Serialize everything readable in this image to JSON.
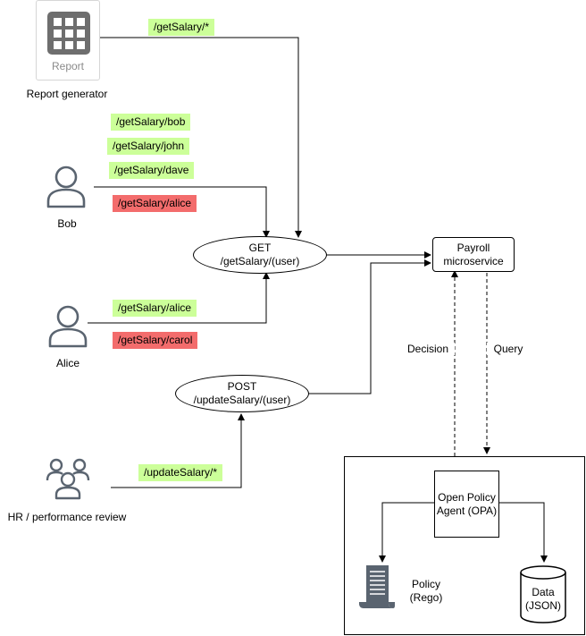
{
  "report": {
    "card_label": "Report",
    "caption": "Report generator",
    "tag": "/getSalary/*"
  },
  "bob": {
    "name": "Bob",
    "allowed": [
      "/getSalary/bob",
      "/getSalary/john",
      "/getSalary/dave"
    ],
    "denied": "/getSalary/alice"
  },
  "alice": {
    "name": "Alice",
    "allowed": "/getSalary/alice",
    "denied": "/getSalary/carol"
  },
  "hr": {
    "name": "HR / performance review",
    "tag": "/updateSalary/*"
  },
  "get_endpoint": {
    "line1": "GET",
    "line2": "/getSalary/(user)"
  },
  "post_endpoint": {
    "line1": "POST",
    "line2": "/updateSalary/(user)"
  },
  "payroll": {
    "line1": "Payroll",
    "line2": "microservice"
  },
  "edges": {
    "decision": "Decision",
    "query": "Query"
  },
  "opa": {
    "line1": "Open Policy",
    "line2": "Agent (OPA)"
  },
  "policy": {
    "line1": "Policy",
    "line2": "(Rego)"
  },
  "data_store": {
    "line1": "Data",
    "line2": "(JSON)"
  },
  "colors": {
    "allowed": "#ccff99",
    "denied": "#f36c6c",
    "icon": "#5a6470"
  }
}
